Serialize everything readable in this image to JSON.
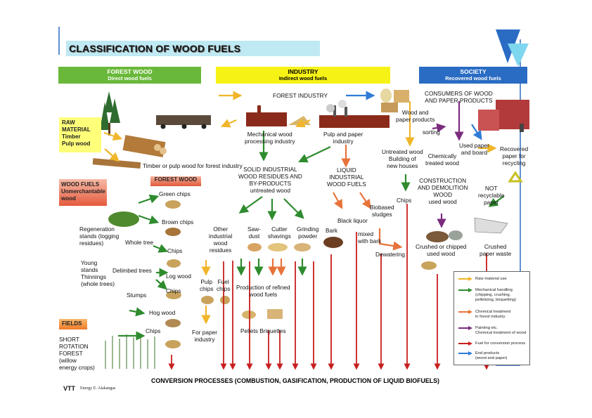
{
  "title": "CLASSIFICATION OF WOOD FUELS",
  "bands": {
    "forest": {
      "title": "FOREST WOOD",
      "subtitle": "Direct wood fuels"
    },
    "industry": {
      "title": "INDUSTRY",
      "subtitle": "Indirect wood fuels"
    },
    "society": {
      "title": "SOCIETY",
      "subtitle": "Recovered wood fuels"
    }
  },
  "labels": {
    "raw_material": "RAW\nMATERIAL\nTimber\nPulp wood",
    "wood_fuels": "WOOD FUELS",
    "wood_fuels_sub": "Unmerchantable\nwood",
    "forest_wood": "FOREST  WOOD",
    "fields": "FIELDS"
  },
  "nodes": {
    "forest_industry": "FOREST INDUSTRY",
    "wood_paper_products": "Wood and\npaper products",
    "consumers": "CONSUMERS OF WOOD\nAND PAPER PRODUCTS",
    "timber_pulp": "Timber or pulp wood for forest industry",
    "mechanical": "Mechanical wood\nprocessing industry",
    "pulp_paper": "Pulp and paper\nindustry",
    "solid_residues": "SOLID INDUSTRIAL\nWOOD RESIDUES AND\nBY-PRODUCTS\nuntreated wood",
    "liquid_fuels": "LIQUID\nINDUSTRIAL\nWOOD FUELS",
    "untreated_wood": "Untreated wood\nBuilding of\nnew houses",
    "sorting": "sorting",
    "chemically_treated": "Chemically\ntreated wood",
    "used_paper": "Used paper\nand board",
    "recovered_paper": "Recovered\npaper for\nrecycling",
    "construction": "CONSTRUCTION\nAND DEMOLITION\nWOOD\nused  wood",
    "not_recyclable": "NOT\nrecyclable\npaper",
    "chips_society": "Chips",
    "green_chips": "Green chips",
    "brown_chips": "Brown chips",
    "regeneration": "Regeneration\nstands (logging\nresidues)",
    "whole_tree": "Whole tree",
    "chips1": "Chips",
    "young_stands": "Young\nstands\nThinnings\n(whole  trees)",
    "delimbed": "Delimbed trees",
    "log_wood": "Log wood",
    "chips2": "Chips",
    "stumps": "Stumps",
    "hog_wood": "Hog wood",
    "chips3": "Chips",
    "src": "SHORT\nROTATION\nFOREST\n(willow\nenergy crops)",
    "other_residues": "Other\nindustrial\nwood\nresidues",
    "sawdust": "Saw-\ndust",
    "cutter": "Cutter\nshavings",
    "grinding": "Grinding\npowder",
    "bark": "Bark",
    "black_liquor": "Black liquor",
    "biobased": "Biobased\nsludges",
    "mixed": "mixed\nwith bark",
    "dewatering": "Dewatering",
    "pulp_chips": "Pulp\nchips",
    "fuel_chips": "Fuel\nchips",
    "refined": "Production of refined\nwood fuels",
    "pellets": "Pellets Briquettes",
    "for_paper": "For paper\nindustry",
    "crushed_wood": "Crushed or chipped\nused  wood",
    "crushed_paper": "Crushed\npaper waste"
  },
  "legend": [
    {
      "color": "#f0b52a",
      "text": "Raw material use"
    },
    {
      "color": "#2e8b2e",
      "text": "Mechanical handling\n(chipping, crushing,\npelletizing, briquetting)"
    },
    {
      "color": "#e8733a",
      "text": "Chemical  treatment\nin forest industry"
    },
    {
      "color": "#7b2c7f",
      "text": "Painting etc.\nChemical treatment of wood"
    },
    {
      "color": "#c81e1e",
      "text": "Fuel for conversion process"
    },
    {
      "color": "#2f7bd6",
      "text": "End products\n(wood and paper)"
    }
  ],
  "footer": "CONVERSION PROCESSES (COMBUSTION, GASIFICATION, PRODUCTION OF LIQUID BIOFUELS)",
  "brand": {
    "logo": "VTT",
    "author": "Energy  E. Alakangas"
  },
  "colors": {
    "forest": "#69b83a",
    "industry": "#f7f215",
    "society": "#2a6cc4",
    "title_bg": "#bfe9f3"
  }
}
